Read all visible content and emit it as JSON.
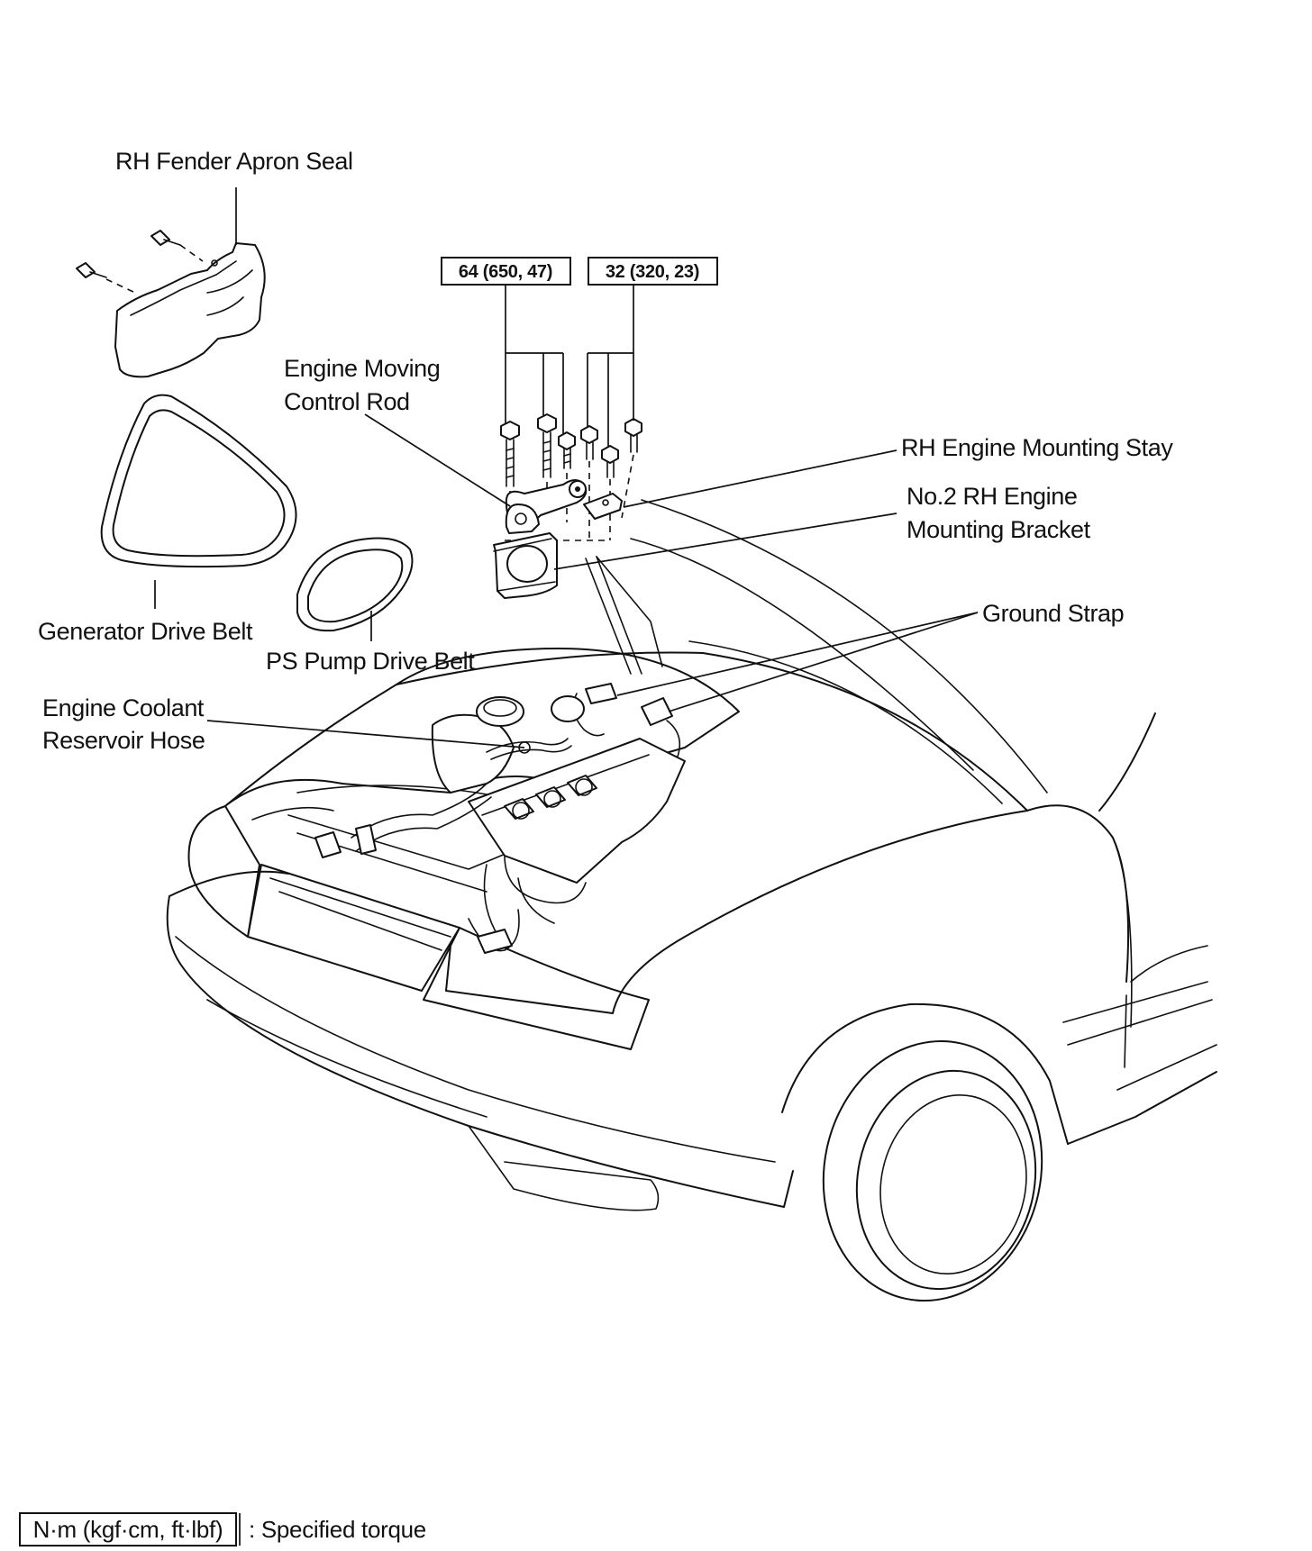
{
  "labels": {
    "fender_apron_seal": "RH Fender Apron Seal",
    "moving_rod_line1": "Engine  Moving",
    "moving_rod_line2": "Control Rod",
    "mounting_stay": "RH Engine Mounting Stay",
    "bracket_line1": "No.2 RH Engine",
    "bracket_line2": "Mounting Bracket",
    "generator_belt": "Generator Drive Belt",
    "ps_belt": "PS Pump Drive Belt",
    "ground_strap": "Ground Strap",
    "coolant_line1": "Engine Coolant",
    "coolant_line2": "Reservoir Hose"
  },
  "torque": {
    "long_bolts": "64 (650, 47)",
    "short_bolts": "32 (320, 23)"
  },
  "legend": {
    "unit": "N·m (kgf·cm, ft·lbf)",
    "description": ": Specified torque"
  }
}
